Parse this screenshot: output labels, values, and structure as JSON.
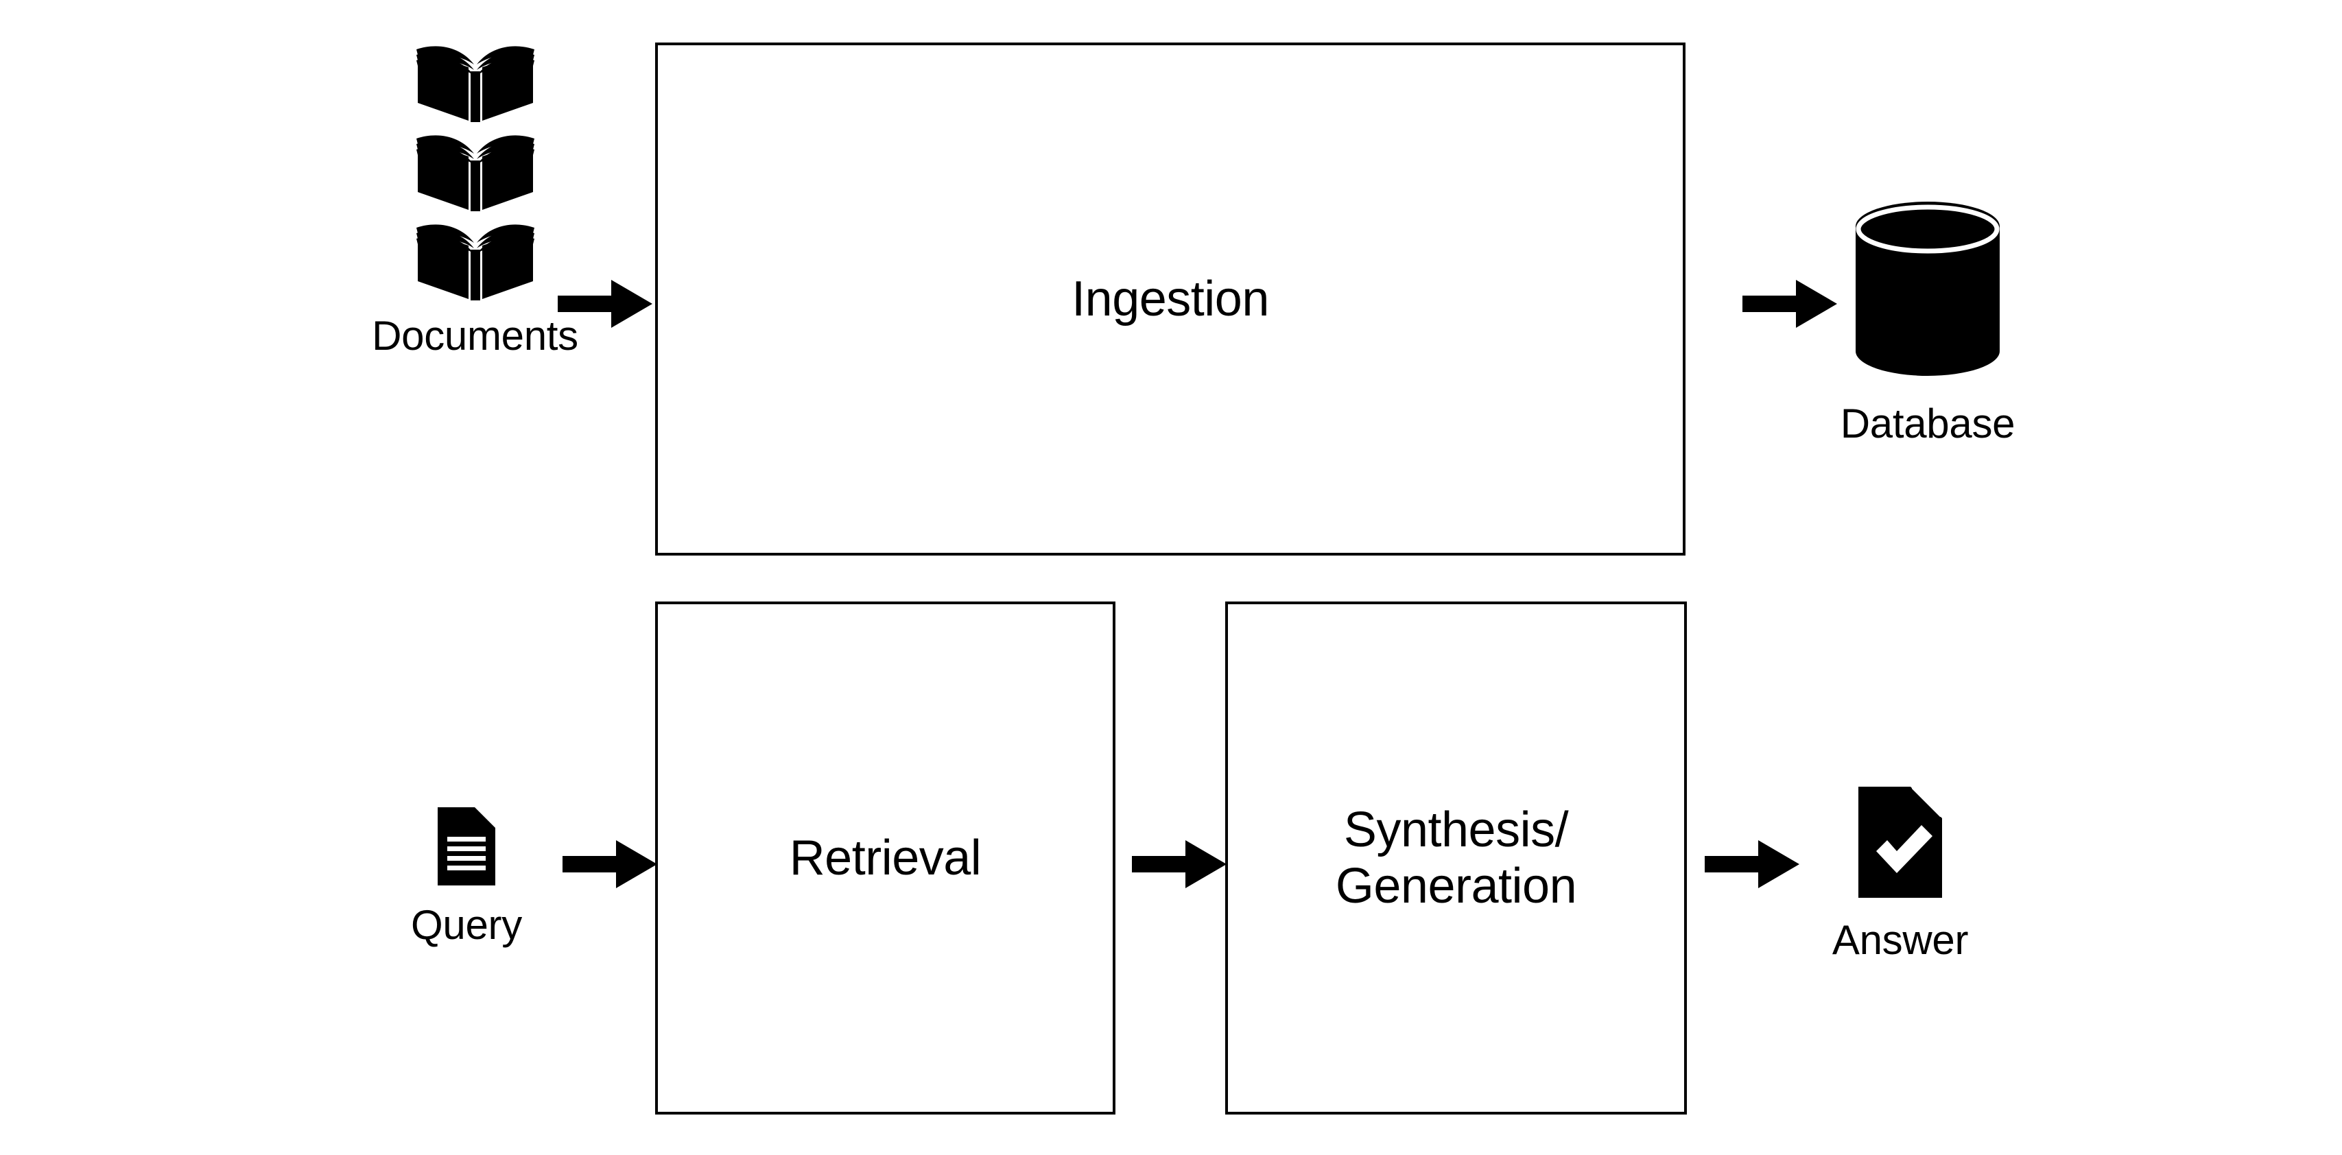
{
  "diagram": {
    "title": "RAG pipeline diagram",
    "background_color": "#ffffff",
    "stroke_color": "#000000"
  },
  "boxes": [
    {
      "id": "ingestion",
      "label": "Ingestion"
    },
    {
      "id": "retrieval",
      "label": "Retrieval"
    },
    {
      "id": "synthesis",
      "label": "Synthesis/\nGeneration"
    }
  ],
  "nodes": [
    {
      "id": "documents",
      "caption": "Documents",
      "icon": "books-stack-icon",
      "icon_count": 3
    },
    {
      "id": "database",
      "caption": "Database",
      "icon": "database-cylinder-icon"
    },
    {
      "id": "query",
      "caption": "Query",
      "icon": "document-lines-icon"
    },
    {
      "id": "answer",
      "caption": "Answer",
      "icon": "document-check-icon"
    }
  ],
  "arrows": [
    {
      "id": "documents-to-ingestion",
      "from": "documents",
      "to": "ingestion",
      "direction": "right"
    },
    {
      "id": "ingestion-to-database",
      "from": "ingestion",
      "to": "database",
      "direction": "right"
    },
    {
      "id": "query-to-retrieval",
      "from": "query",
      "to": "retrieval",
      "direction": "right"
    },
    {
      "id": "retrieval-to-synthesis",
      "from": "retrieval",
      "to": "synthesis",
      "direction": "right"
    },
    {
      "id": "synthesis-to-answer",
      "from": "synthesis",
      "to": "answer",
      "direction": "right"
    }
  ]
}
